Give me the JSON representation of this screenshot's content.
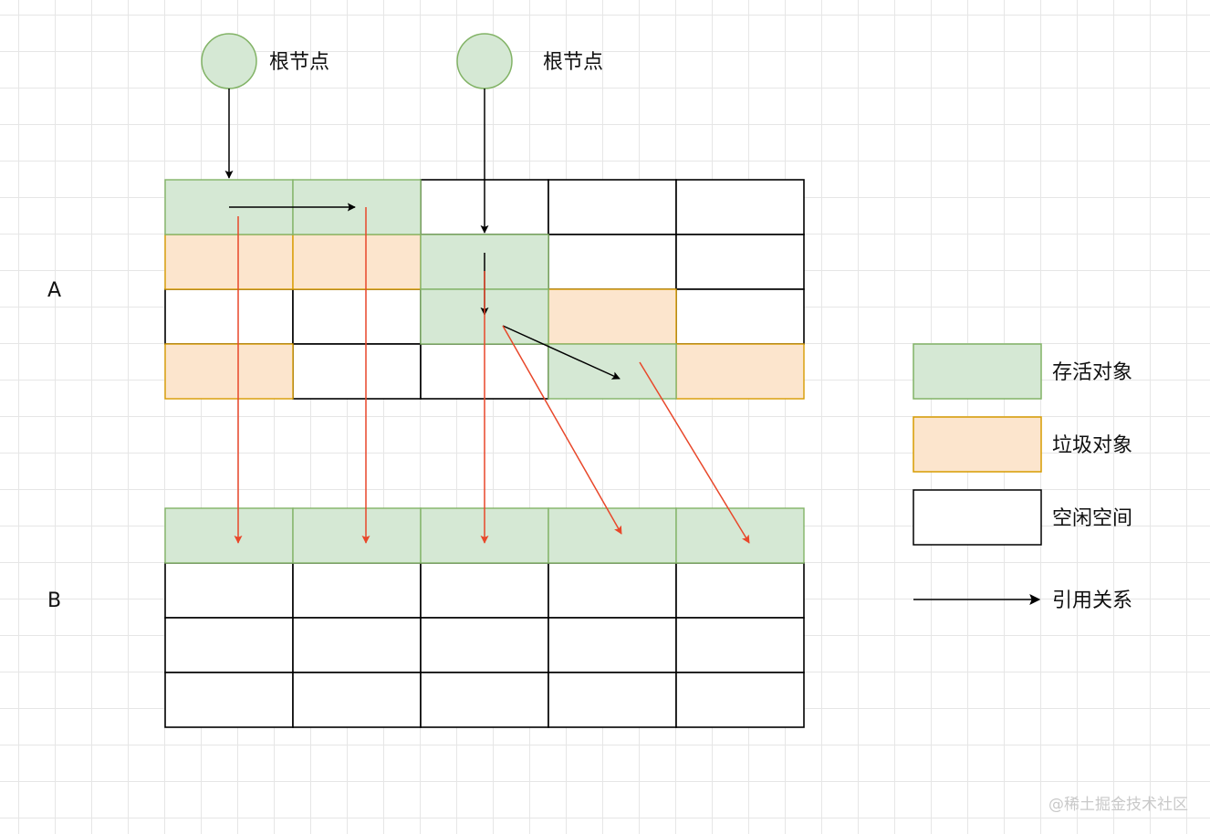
{
  "diagram": {
    "root_label_1": "根节点",
    "root_label_2": "根节点",
    "region_a_label": "A",
    "region_b_label": "B",
    "grid_a": [
      [
        "live",
        "live",
        "free",
        "free",
        "free"
      ],
      [
        "garbage",
        "garbage",
        "live",
        "free",
        "free"
      ],
      [
        "free",
        "free",
        "live",
        "garbage",
        "free"
      ],
      [
        "garbage",
        "free",
        "free",
        "live",
        "garbage"
      ]
    ],
    "grid_b": [
      [
        "live",
        "live",
        "live",
        "live",
        "live"
      ],
      [
        "free",
        "free",
        "free",
        "free",
        "free"
      ],
      [
        "free",
        "free",
        "free",
        "free",
        "free"
      ],
      [
        "free",
        "free",
        "free",
        "free",
        "free"
      ]
    ]
  },
  "legend": {
    "live": "存活对象",
    "garbage": "垃圾对象",
    "free": "空闲空间",
    "reference": "引用关系"
  },
  "colors": {
    "live_fill": "#d5e8d4",
    "live_stroke": "#82b366",
    "garbage_fill": "#fce5cd",
    "garbage_stroke": "#d79b00",
    "free_fill": "#ffffff",
    "free_stroke": "#000000",
    "reference_arrow": "#000000",
    "copy_arrow": "#e8472a"
  },
  "watermark": "@稀土掘金技术社区"
}
